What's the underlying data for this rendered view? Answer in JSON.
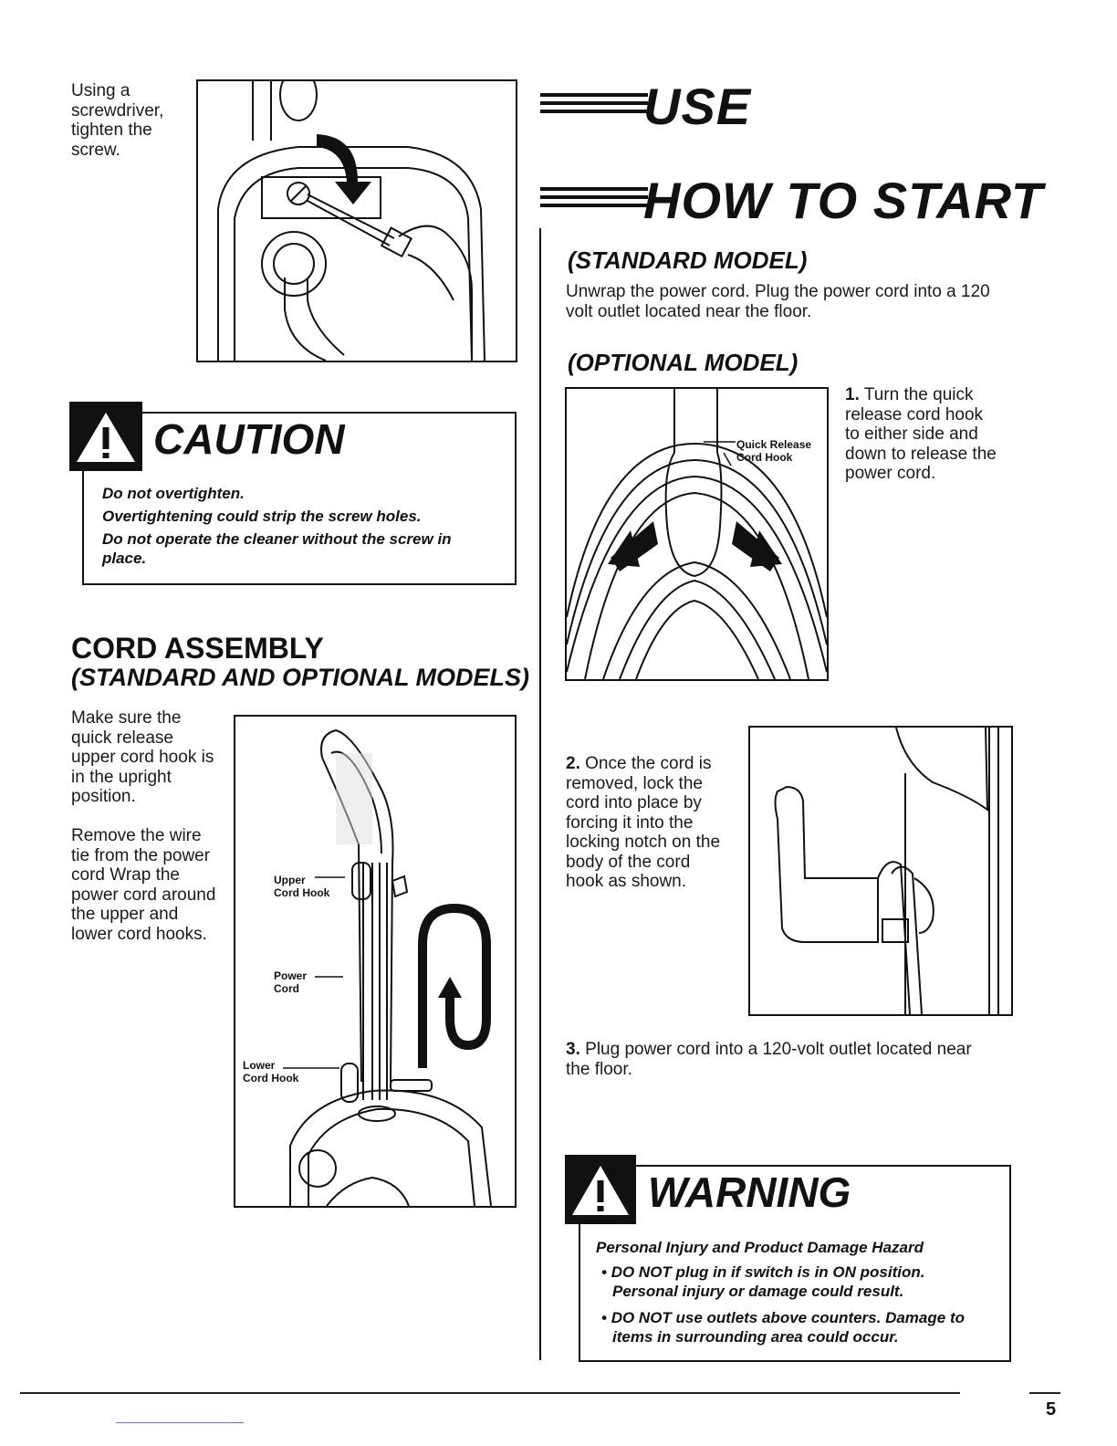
{
  "left": {
    "screw_text": "Using a\nscrewdriver,\ntighten the\nscrew.",
    "caution": {
      "title": "CAUTION",
      "lines": [
        "Do not overtighten.",
        "Overtightening could strip the screw holes.",
        "Do not operate the cleaner without the screw in place."
      ]
    },
    "cord_assembly": {
      "title": "CORD ASSEMBLY",
      "subtitle": "(STANDARD AND OPTIONAL MODELS)",
      "para1": "Make sure the quick release upper cord hook is in the upright position.",
      "para2": "Remove the wire tie from the power cord Wrap the power cord around the upper and lower cord hooks.",
      "labels": {
        "upper": "Upper\nCord Hook",
        "power": "Power\nCord",
        "lower": "Lower\nCord Hook"
      }
    }
  },
  "right": {
    "use_heading": "USE",
    "how_heading": "HOW TO START",
    "standard_model": {
      "title": "(STANDARD MODEL)",
      "text": "Unwrap the power cord. Plug the power cord into a 120 volt outlet located near the floor."
    },
    "optional_model": {
      "title": "(OPTIONAL MODEL)",
      "label": "Quick Release\nCord Hook",
      "step1_num": "1.",
      "step1": "Turn the quick release cord hook to either side and down to release the power cord.",
      "step2_num": "2.",
      "step2": "Once the cord is removed, lock the cord into place by forcing it into the locking notch on the body of the cord hook as shown.",
      "step3_num": "3.",
      "step3": "Plug power cord into a 120-volt outlet located near the floor."
    },
    "warning": {
      "title": "WARNING",
      "subtitle": "Personal Injury and Product Damage Hazard",
      "bullets": [
        "DO NOT plug in if switch is in ON position. Personal injury or damage could result.",
        "DO NOT use outlets above counters. Damage to items in surrounding area could occur."
      ]
    }
  },
  "footer": {
    "page_number": "5"
  }
}
